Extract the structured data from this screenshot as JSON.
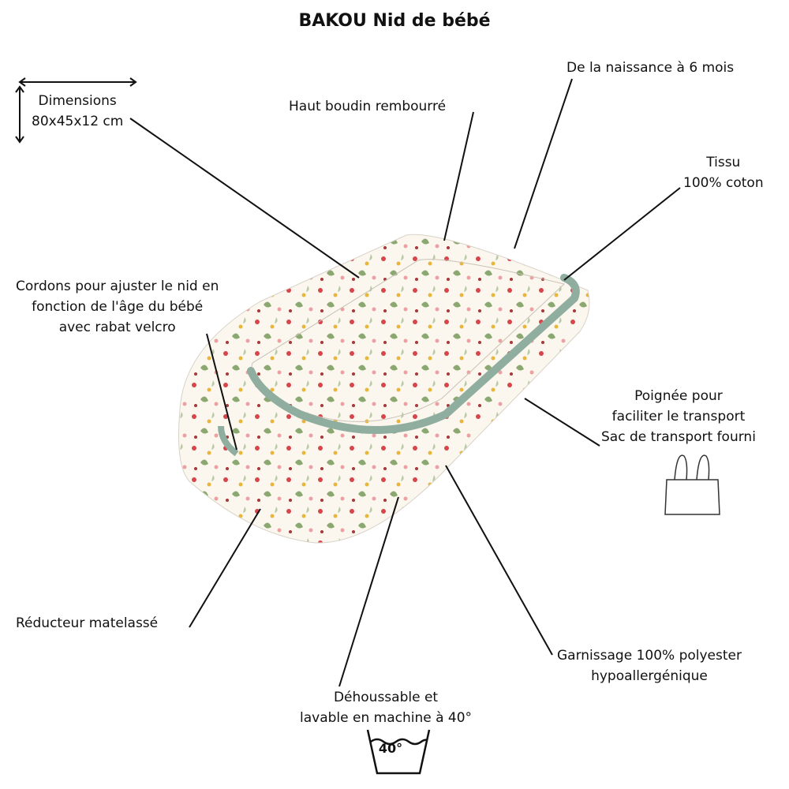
{
  "title": "BAKOU Nid de bébé",
  "labels": {
    "dimensions": [
      "Dimensions",
      "80x45x12 cm"
    ],
    "haut_boudin": "Haut boudin rembourré",
    "naissance": "De la naissance à 6 mois",
    "tissu": [
      "Tissu",
      "100% coton"
    ],
    "cordons": [
      "Cordons pour ajuster le nid en",
      "fonction de l'âge du bébé",
      "avec rabat velcro"
    ],
    "poignee": [
      "Poignée pour",
      "faciliter le transport",
      "Sac de transport fourni"
    ],
    "reducteur": "Réducteur matelassé",
    "garnissage": [
      "Garnissage 100% polyester",
      "hypoallergénique"
    ],
    "dehoussable": [
      "Déhoussable et",
      "lavable en machine à 40°"
    ],
    "wash_temp": "40°"
  },
  "colors": {
    "trim": "#8fae9f",
    "fabric": "#fbf6ee",
    "red": "#d9434b",
    "green": "#8aa86f",
    "yellow": "#e9b63b",
    "pink": "#eaa2a0"
  }
}
